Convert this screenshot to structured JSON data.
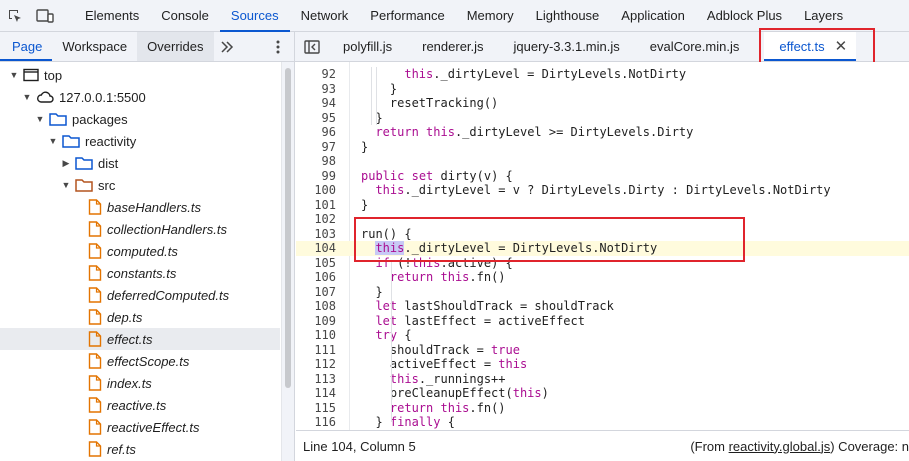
{
  "main_tabs": [
    {
      "label": "Elements"
    },
    {
      "label": "Console"
    },
    {
      "label": "Sources",
      "active": true
    },
    {
      "label": "Network"
    },
    {
      "label": "Performance"
    },
    {
      "label": "Memory"
    },
    {
      "label": "Lighthouse"
    },
    {
      "label": "Application"
    },
    {
      "label": "Adblock Plus"
    },
    {
      "label": "Layers"
    }
  ],
  "nav_tabs": [
    {
      "label": "Page",
      "active": true
    },
    {
      "label": "Workspace"
    },
    {
      "label": "Overrides"
    }
  ],
  "file_tabs": [
    {
      "label": "polyfill.js"
    },
    {
      "label": "renderer.js"
    },
    {
      "label": "jquery-3.3.1.min.js"
    },
    {
      "label": "evalCore.min.js"
    },
    {
      "label": "effect.ts",
      "active": true
    }
  ],
  "tree": [
    {
      "label": "top",
      "depth": 0,
      "type": "frame",
      "expanded": true
    },
    {
      "label": "127.0.0.1:5500",
      "depth": 1,
      "type": "cloud",
      "expanded": true
    },
    {
      "label": "packages",
      "depth": 2,
      "type": "folder",
      "expanded": true
    },
    {
      "label": "reactivity",
      "depth": 3,
      "type": "folder",
      "expanded": true
    },
    {
      "label": "dist",
      "depth": 4,
      "type": "folder",
      "expanded": false
    },
    {
      "label": "src",
      "depth": 4,
      "type": "folder-src",
      "expanded": true
    },
    {
      "label": "baseHandlers.ts",
      "depth": 5,
      "type": "file"
    },
    {
      "label": "collectionHandlers.ts",
      "depth": 5,
      "type": "file"
    },
    {
      "label": "computed.ts",
      "depth": 5,
      "type": "file"
    },
    {
      "label": "constants.ts",
      "depth": 5,
      "type": "file"
    },
    {
      "label": "deferredComputed.ts",
      "depth": 5,
      "type": "file"
    },
    {
      "label": "dep.ts",
      "depth": 5,
      "type": "file"
    },
    {
      "label": "effect.ts",
      "depth": 5,
      "type": "file",
      "selected": true
    },
    {
      "label": "effectScope.ts",
      "depth": 5,
      "type": "file"
    },
    {
      "label": "index.ts",
      "depth": 5,
      "type": "file"
    },
    {
      "label": "reactive.ts",
      "depth": 5,
      "type": "file"
    },
    {
      "label": "reactiveEffect.ts",
      "depth": 5,
      "type": "file"
    },
    {
      "label": "ref.ts",
      "depth": 5,
      "type": "file"
    }
  ],
  "code": [
    {
      "n": "92",
      "t": "      this._dirtyLevel = DirtyLevels.NotDirty"
    },
    {
      "n": "93",
      "t": "    }"
    },
    {
      "n": "94",
      "t": "    resetTracking()"
    },
    {
      "n": "95",
      "t": "  }"
    },
    {
      "n": "96",
      "t": "  return this._dirtyLevel >= DirtyLevels.Dirty"
    },
    {
      "n": "97",
      "t": "}"
    },
    {
      "n": "98",
      "t": ""
    },
    {
      "n": "99",
      "t": "public set dirty(v) {"
    },
    {
      "n": "100",
      "t": "  this._dirtyLevel = v ? DirtyLevels.Dirty : DirtyLevels.NotDirty"
    },
    {
      "n": "101",
      "t": "}"
    },
    {
      "n": "102",
      "t": ""
    },
    {
      "n": "103",
      "t": "run() {"
    },
    {
      "n": "104",
      "t": "  this._dirtyLevel = DirtyLevels.NotDirty",
      "exec": true
    },
    {
      "n": "105",
      "t": "  if (!this.active) {"
    },
    {
      "n": "106",
      "t": "    return this.fn()"
    },
    {
      "n": "107",
      "t": "  }"
    },
    {
      "n": "108",
      "t": "  let lastShouldTrack = shouldTrack"
    },
    {
      "n": "109",
      "t": "  let lastEffect = activeEffect"
    },
    {
      "n": "110",
      "t": "  try {"
    },
    {
      "n": "111",
      "t": "    shouldTrack = true"
    },
    {
      "n": "112",
      "t": "    activeEffect = this"
    },
    {
      "n": "113",
      "t": "    this._runnings++"
    },
    {
      "n": "114",
      "t": "    preCleanupEffect(this)"
    },
    {
      "n": "115",
      "t": "    return this.fn()"
    },
    {
      "n": "116",
      "t": "  } finally {"
    }
  ],
  "status": {
    "position": "Line 104, Column 5",
    "from_prefix": "(From ",
    "from_file": "reactivity.global.js",
    "from_suffix": ") Coverage: n"
  },
  "colors": {
    "accent": "#0b57d0",
    "highlight_box": "#e0242c",
    "exec_line": "#fffbdd",
    "keyword": "#aa0d91",
    "folder": "#0b57d0",
    "src_folder": "#b3541e",
    "file_icon": "#e37400"
  },
  "icons": {
    "inspect": "inspect-element-icon",
    "device": "device-toolbar-icon",
    "more": "chevron-double-right-icon",
    "menu": "kebab-menu-icon",
    "toggle": "toggle-navigator-icon",
    "close": "close-icon"
  }
}
